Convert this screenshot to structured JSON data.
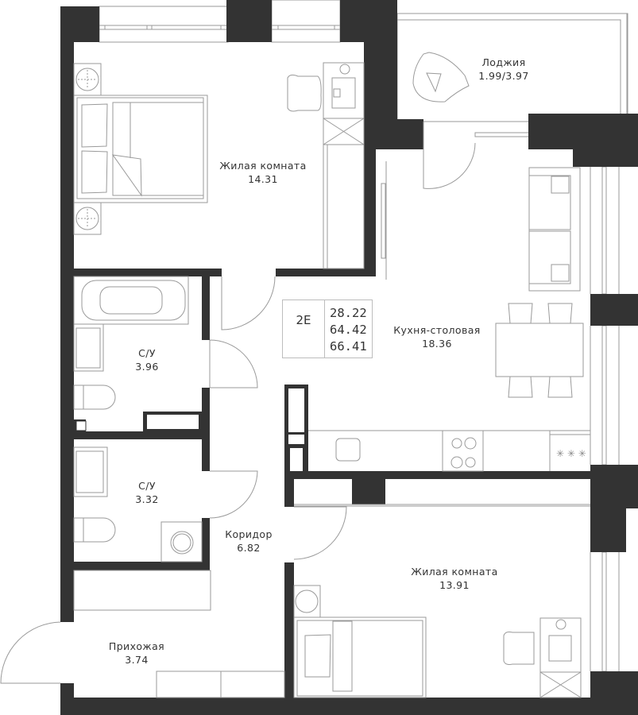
{
  "plan": {
    "unit_code": "2E",
    "areas": {
      "living": "28.22",
      "total": "64.42",
      "total_with_loggia": "66.41"
    },
    "colors": {
      "wall": "#333333",
      "line": "#9a9a9a",
      "text": "#333333"
    }
  },
  "rooms": [
    {
      "name": "Жилая комната",
      "area": "14.31"
    },
    {
      "name": "Лоджия",
      "area": "1.99/3.97"
    },
    {
      "name": "Кухня-столовая",
      "area": "18.36"
    },
    {
      "name": "С/У",
      "area": "3.96"
    },
    {
      "name": "С/У",
      "area": "3.32"
    },
    {
      "name": "Коридор",
      "area": "6.82"
    },
    {
      "name": "Жилая комната",
      "area": "13.91"
    },
    {
      "name": "Прихожая",
      "area": "3.74"
    }
  ]
}
